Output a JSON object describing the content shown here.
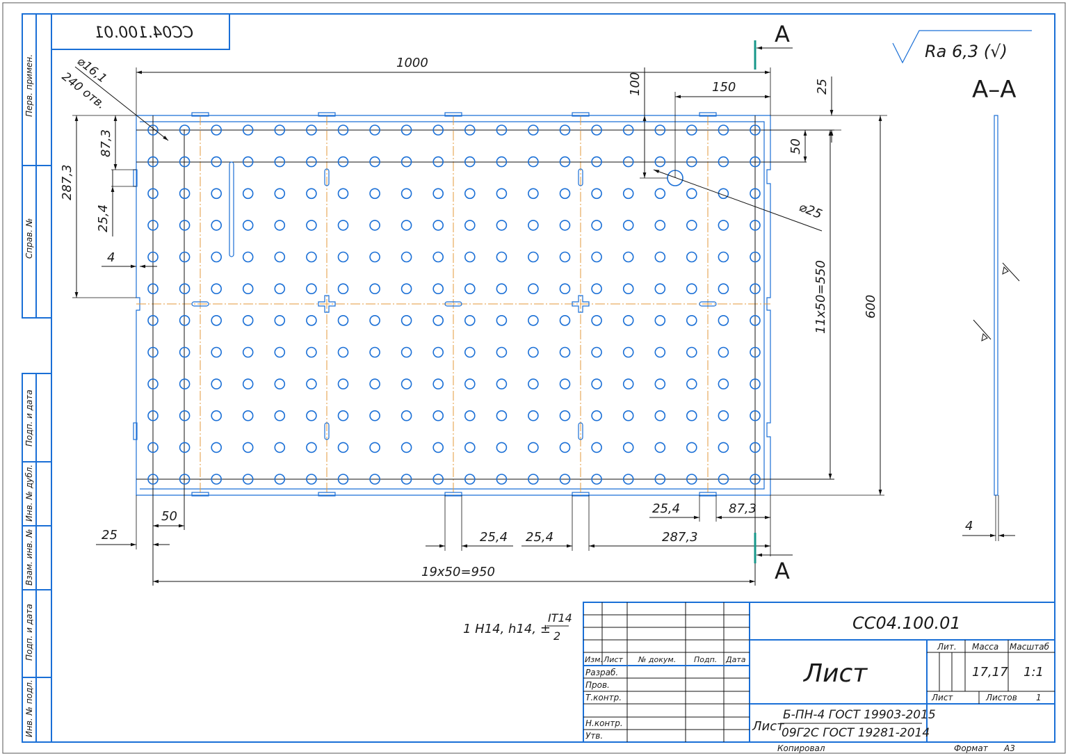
{
  "stamp": {
    "designation": "СС04.100.01",
    "designation_mirrored": "СС04.100.01",
    "title": "Лист",
    "mass": "17,17",
    "scale": "1:1",
    "sheet_label": "Лист",
    "sheets_label": "Листов",
    "sheets_count": "1",
    "lit_label": "Лит.",
    "mass_label": "Масса",
    "scale_label": "Масштаб",
    "material_prefix": "Лист",
    "material_line1": "Б-ПН-4 ГОСТ 19903-2015",
    "material_line2": "09Г2С ГОСТ 19281-2014",
    "cols": {
      "izm": "Изм.",
      "list": "Лист",
      "doc": "№ докум.",
      "sign": "Подп.",
      "date": "Дата"
    },
    "rows": [
      "Разраб.",
      "Пров.",
      "Т.контр.",
      "",
      "Н.контр.",
      "Утв."
    ],
    "copied": "Копировал",
    "format_label": "Формат",
    "format_value": "А3"
  },
  "side_strip": {
    "perv_primen": "Перв. примен.",
    "sprav_no": "Справ. №",
    "podp_data_1": "Подп. и дата",
    "inv_dubl": "Инв. № дубл.",
    "vzam_inv": "Взам. инв. №",
    "podp_data_2": "Подп. и дата",
    "inv_podl": "Инв. № подл."
  },
  "roughness": "Ra 6,3 (√)",
  "section": {
    "label": "А–А",
    "cut_mark": "А",
    "thickness": "4"
  },
  "tolerance_note": {
    "main": "1 H14, h14, ±",
    "numerator": "IT14",
    "denominator": "2"
  },
  "dimensions": {
    "overall_width": "1000",
    "overall_height": "600",
    "hole_dia": "⌀16,1",
    "hole_count": "240 отв.",
    "big_hole_dia": "⌀25",
    "big_hole_x": "150",
    "big_hole_y": "100",
    "top_offset": "25",
    "pitch_y": "50",
    "rows_span": "11x50=550",
    "slot_offset_287": "287,3",
    "slot_offset_87": "87,3",
    "slot_width": "25,4",
    "edge_4": "4",
    "pitch_x": "50",
    "left_offset": "25",
    "cols_span": "19x50=950",
    "bottom_slot_w1": "25,4",
    "bottom_slot_w2": "25,4",
    "bottom_slot_w3": "25,4",
    "bottom_87": "87,3",
    "bottom_287": "287,3"
  },
  "hole_grid": {
    "columns": 20,
    "rows": 12
  }
}
